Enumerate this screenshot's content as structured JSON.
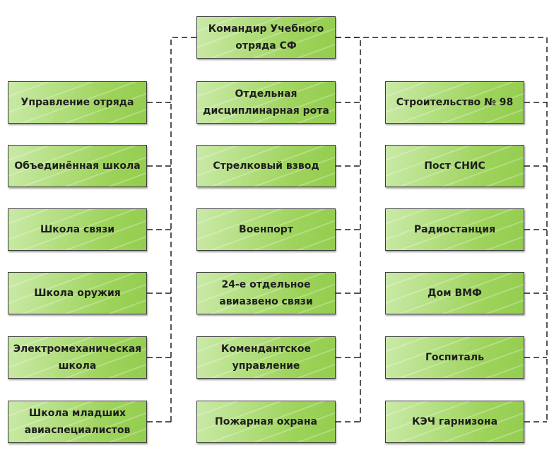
{
  "root": {
    "label": "Командир Учебного отряда СФ"
  },
  "columns": [
    {
      "items": [
        "Управление отряда",
        "Объединённая школа",
        "Школа связи",
        "Школа оружия",
        "Электромеханическая школа",
        "Школа младших авиаспециалистов"
      ]
    },
    {
      "items": [
        "Отдельная дисциплинарная рота",
        "Стрелковый взвод",
        "Военпорт",
        "24-е отдельное авиазвено связи",
        "Комендантское управление",
        "Пожарная охрана"
      ]
    },
    {
      "items": [
        "Строительство № 98",
        "Пост СНИС",
        "Радиостанция",
        "Дом ВМФ",
        "Госпиталь",
        "КЭЧ гарнизона"
      ]
    }
  ],
  "colors": {
    "box_border": "#3f3f3f",
    "box_fill_light": "#caeaa8",
    "box_fill_dark": "#93cd4e",
    "connector": "#1e1e1e"
  }
}
